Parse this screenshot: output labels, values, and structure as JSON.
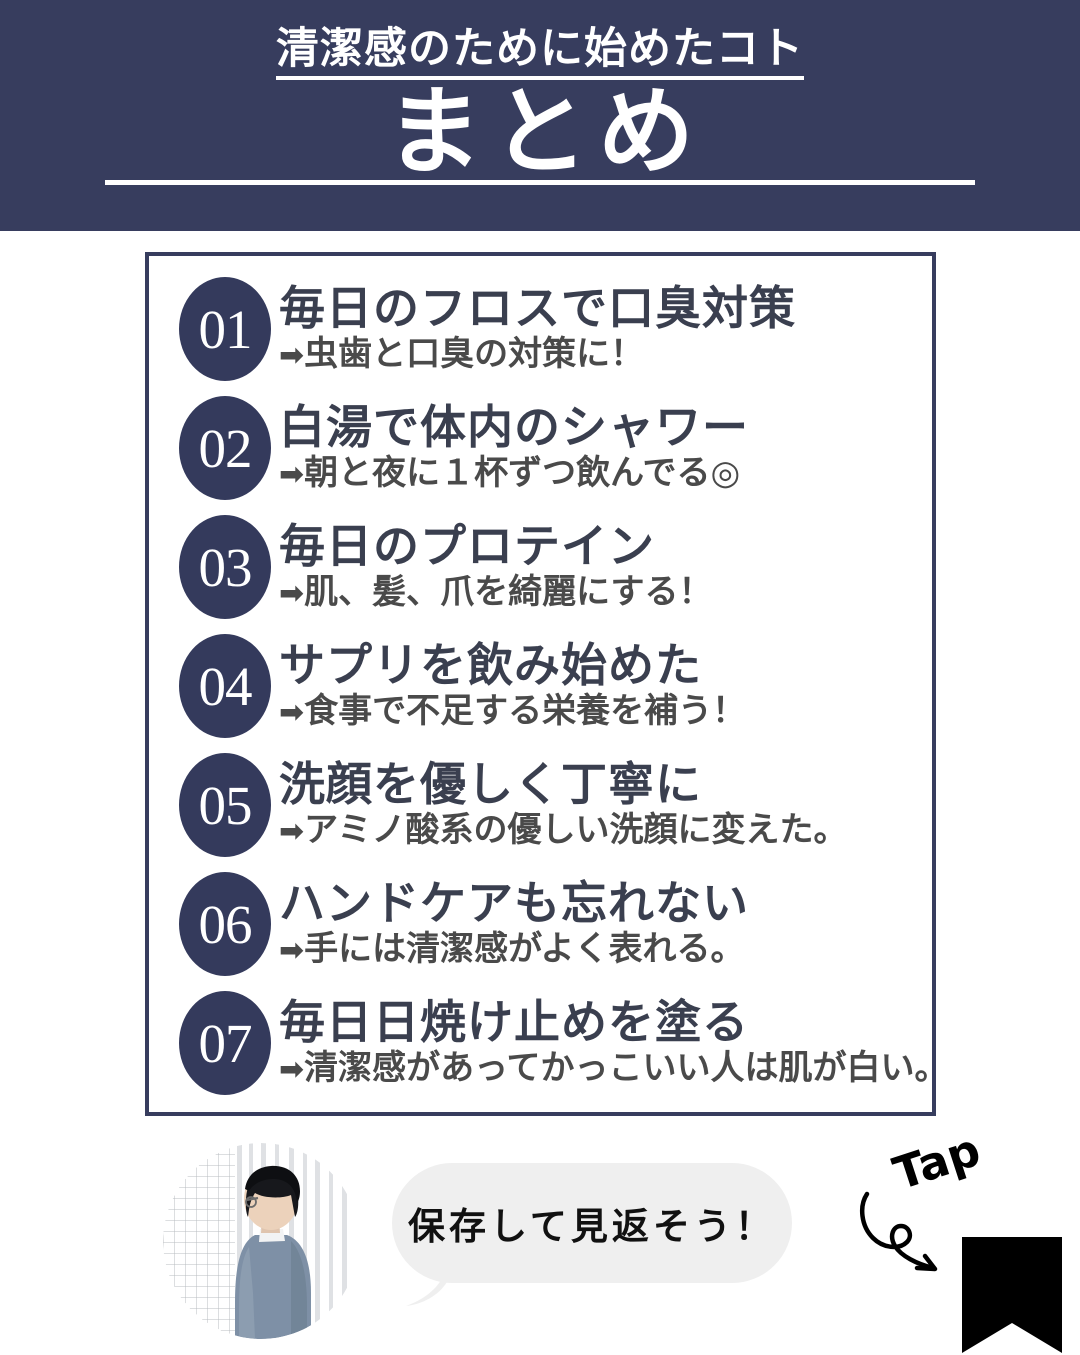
{
  "header": {
    "subtitle": "清潔感のために始めたコト",
    "title": "まとめ",
    "bg_color": "#373d5e",
    "text_color": "#ffffff"
  },
  "list": {
    "border_color": "#373d5e",
    "badge_color": "#343a5c",
    "title_color": "#3a3f4f",
    "sub_color": "#4a4a4a",
    "items": [
      {
        "number": "01",
        "title": "毎日のフロスで口臭対策",
        "sub": "虫歯と口臭の対策に！"
      },
      {
        "number": "02",
        "title": "白湯で体内のシャワー",
        "sub": "朝と夜に１杯ずつ飲んでる◎"
      },
      {
        "number": "03",
        "title": "毎日のプロテイン",
        "sub": "肌、髪、爪を綺麗にする！"
      },
      {
        "number": "04",
        "title": "サプリを飲み始めた",
        "sub": "食事で不足する栄養を補う！"
      },
      {
        "number": "05",
        "title": "洗顔を優しく丁寧に",
        "sub": "アミノ酸系の優しい洗顔に変えた。"
      },
      {
        "number": "06",
        "title": "ハンドケアも忘れない",
        "sub": "手には清潔感がよく表れる。"
      },
      {
        "number": "07",
        "title": "毎日日焼け止めを塗る",
        "sub": "清潔感があってかっこいい人は肌が白い。"
      }
    ],
    "arrow_glyph": "➡"
  },
  "footer": {
    "avatar_alt": "profile-photo",
    "bubble_text": "保存して見返そう！",
    "bubble_color": "#efefef",
    "tap_label": "Tap",
    "bookmark_color": "#000000"
  }
}
